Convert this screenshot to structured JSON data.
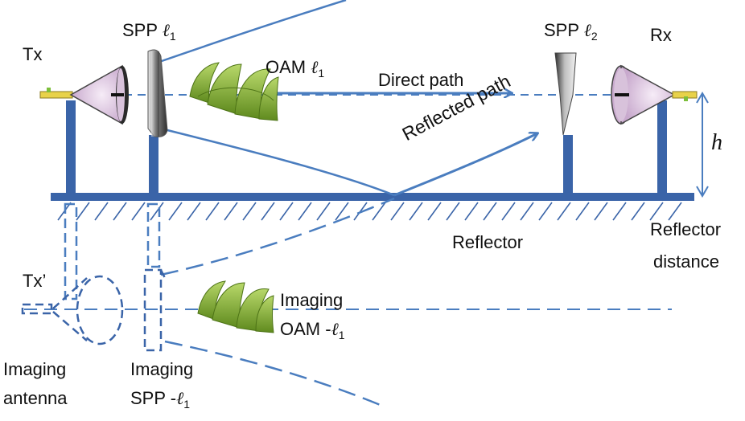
{
  "labels": {
    "tx": "Tx",
    "spp1": {
      "prefix": "SPP ",
      "symbol": "ℓ",
      "sub": "1"
    },
    "oam1": {
      "prefix": "OAM ",
      "symbol": "ℓ",
      "sub": "1"
    },
    "direct_path": "Direct path",
    "spp2": {
      "prefix": "SPP ",
      "symbol": "ℓ",
      "sub": "2"
    },
    "rx": "Rx",
    "reflected_path": "Reflected path",
    "h": "h",
    "reflector": "Reflector",
    "reflector_distance_1": "Reflector",
    "reflector_distance_2": "distance",
    "tx_image": "Tx’",
    "imaging_oam_1": "Imaging",
    "imaging_oam_2": {
      "prefix": "OAM -",
      "symbol": "ℓ",
      "sub": "1"
    },
    "imaging_antenna_1": "Imaging",
    "imaging_antenna_2": "antenna",
    "imaging_spp_1": "Imaging",
    "imaging_spp_2": {
      "prefix": "SPP -",
      "symbol": "ℓ",
      "sub": "1"
    }
  },
  "colors": {
    "beam": "#4a7dbf",
    "pole": "#3a64a8",
    "hatch": "#3a64a8",
    "antenna_fill": "#e6d3e9",
    "oam_fill": "#8ab63a",
    "spp_fill": "#9a9a9a",
    "text": "#111111"
  },
  "icons": [
    "tx-antenna-icon",
    "rx-antenna-icon",
    "spp-plate-icon",
    "oam-wavefront-icon",
    "arrow-icon"
  ]
}
